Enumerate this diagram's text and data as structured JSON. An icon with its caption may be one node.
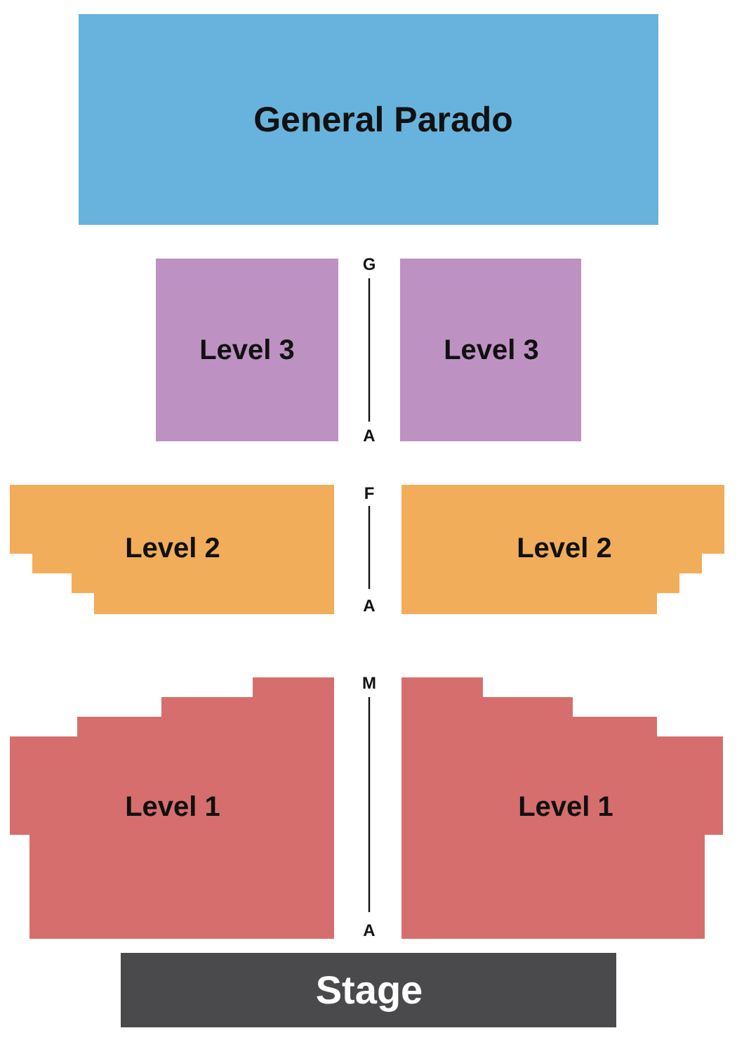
{
  "diagram": {
    "nodes": [
      {
        "text": [
          "General Parado"
        ]
      },
      {
        "text": [
          "Level 3"
        ]
      },
      {
        "text": [
          "Level 3"
        ]
      },
      {
        "text": [
          "Level 2"
        ]
      },
      {
        "text": [
          "Level 2"
        ]
      },
      {
        "text": [
          "Level 1"
        ]
      },
      {
        "text": [
          "Level 1"
        ]
      },
      {
        "text": [
          "Stage"
        ]
      }
    ],
    "labels": [
      "G",
      "A",
      "F",
      "A",
      "M",
      "A"
    ]
  }
}
